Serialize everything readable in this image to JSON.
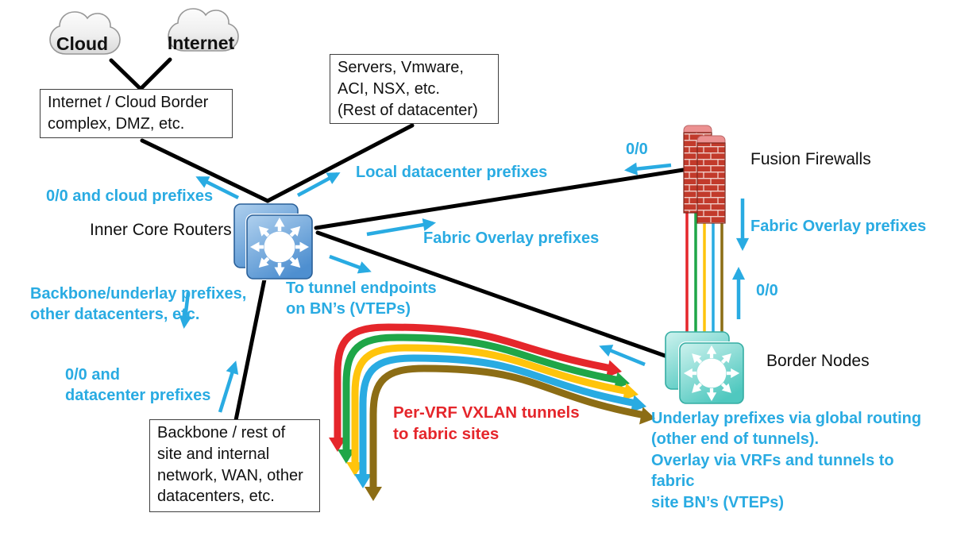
{
  "colors": {
    "cyan": "#29ABE2",
    "red": "#E5262B",
    "green": "#1FA648",
    "yellow": "#FFC40C",
    "olive": "#8C6D15",
    "fw_red": "#C23A2B",
    "fw_cap": "#EC9191",
    "router_blue": "#4E8FD0",
    "router_light": "#AFD0EE",
    "teal": "#4FC8BF",
    "teal_light": "#CDF2EE",
    "link": "#000000",
    "box_border": "#3F3F3F"
  },
  "nodes": {
    "cloud": {
      "label": "Cloud"
    },
    "internet": {
      "label": "Internet"
    },
    "border_complex": {
      "text": "Internet / Cloud Border\ncomplex, DMZ, etc."
    },
    "servers": {
      "text": "Servers, Vmware,\nACI, NSX, etc.\n(Rest of datacenter)"
    },
    "backbone": {
      "text": "Backbone / rest of\nsite and internal\nnetwork, WAN, other\ndatacenters, etc."
    },
    "inner_core_routers": {
      "label": "Inner Core Routers"
    },
    "fusion_firewalls": {
      "label": "Fusion Firewalls"
    },
    "border_nodes": {
      "label": "Border Nodes"
    }
  },
  "flow_labels": {
    "cloud_prefixes": "0/0 and cloud prefixes",
    "local_dc": "Local datacenter prefixes",
    "fw_default": "0/0",
    "fabric_overlay_right": "Fabric Overlay prefixes",
    "bn_default": "0/0",
    "fabric_overlay_mid": "Fabric Overlay prefixes",
    "tunnel_endpoints": "To tunnel endpoints\non BN’s (VTEPs)",
    "backbone_underlay": "Backbone/underlay prefixes,\nother datacenters, etc.",
    "dc_prefixes": "0/0 and\ndatacenter prefixes",
    "underlay_note": "Underlay prefixes via global routing\n(other end of tunnels).\nOverlay via VRFs and tunnels to fabric\nsite BN’s (VTEPs)",
    "vxlan_note": "Per-VRF VXLAN tunnels\nto fabric sites"
  }
}
